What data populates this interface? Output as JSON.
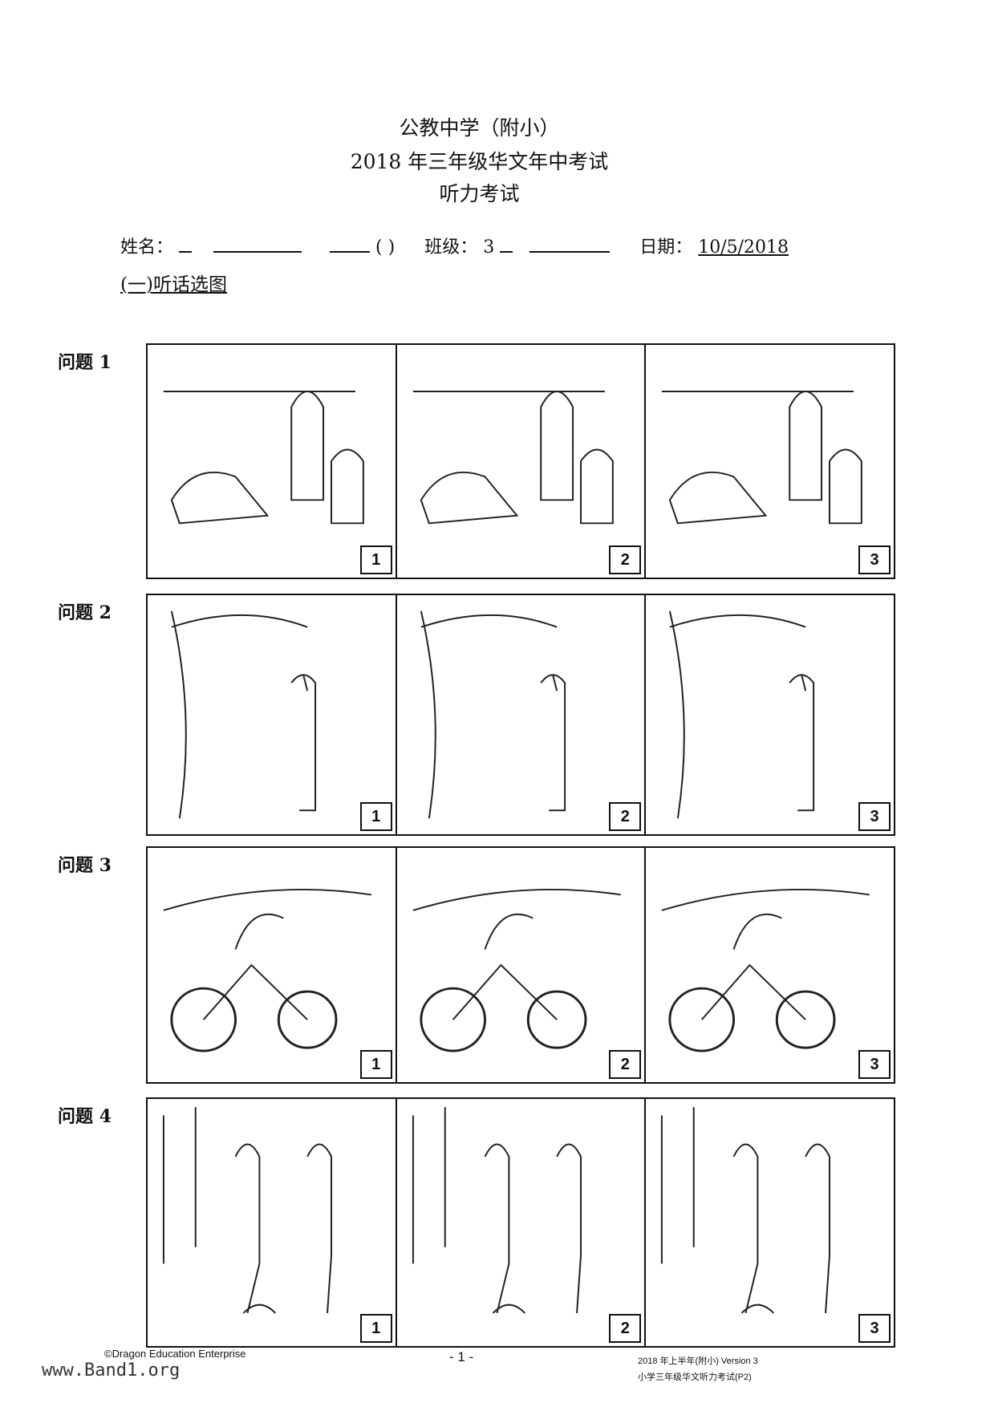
{
  "header": {
    "school": "公教中学（附小）",
    "exam": "2018 年三年级华文年中考试",
    "paper": "听力考试"
  },
  "form": {
    "name_label": "姓名：",
    "paren": "(    )",
    "class_label": "班级：",
    "class_value": "3",
    "date_label": "日期：",
    "date_value": "10/5/2018"
  },
  "section_title": "(一)听话选图",
  "questions": [
    {
      "label": "问题 1",
      "options": [
        "1",
        "2",
        "3"
      ]
    },
    {
      "label": "问题 2",
      "options": [
        "1",
        "2",
        "3"
      ]
    },
    {
      "label": "问题 3",
      "options": [
        "1",
        "2",
        "3"
      ]
    },
    {
      "label": "问题 4",
      "options": [
        "1",
        "2",
        "3"
      ]
    }
  ],
  "footer": {
    "copyright": "©Dragon Education Enterprise",
    "watermark": "www.Band1.org",
    "page": "- 1 -",
    "right_line1": "2018 年上半年(附小) Version 3",
    "right_line2": "小学三年级华文听力考试(P2)"
  }
}
